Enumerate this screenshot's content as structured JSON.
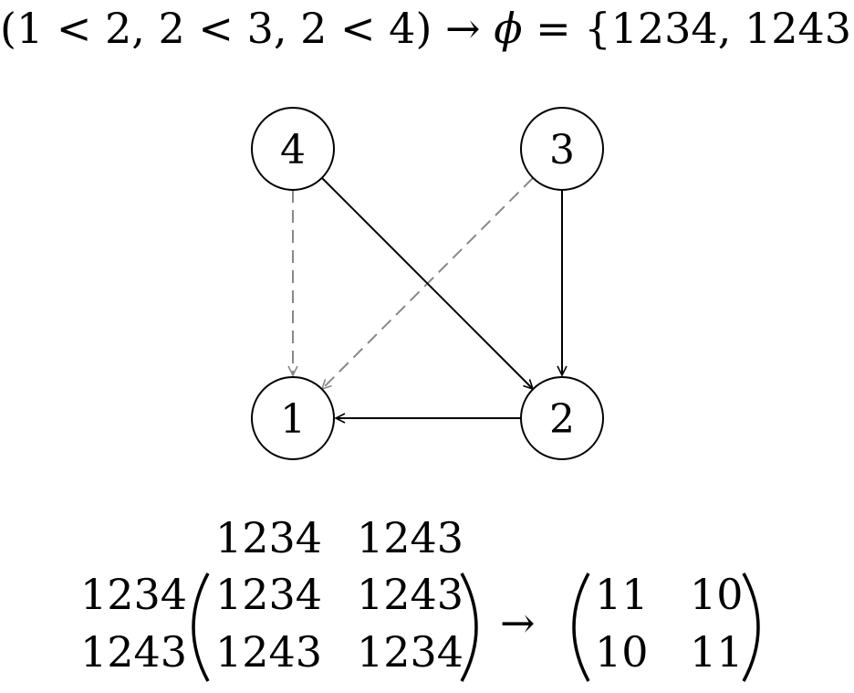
{
  "header": {
    "constraint_open": "(",
    "constraints": [
      "1 < 2",
      "2 < 3",
      "2 < 4"
    ],
    "constraint_close": ")",
    "arrow": "→",
    "phi": "ϕ",
    "equals": "=",
    "set_open": "{",
    "set_items": [
      "1234",
      "1243"
    ],
    "set_close": "}"
  },
  "graph": {
    "nodes": [
      {
        "id": "4",
        "label": "4"
      },
      {
        "id": "3",
        "label": "3"
      },
      {
        "id": "1",
        "label": "1"
      },
      {
        "id": "2",
        "label": "2"
      }
    ],
    "edges": [
      {
        "from": "4",
        "to": "1",
        "style": "dashed",
        "color": "#888888"
      },
      {
        "from": "3",
        "to": "1",
        "style": "dashed",
        "color": "#888888"
      },
      {
        "from": "4",
        "to": "2",
        "style": "solid",
        "color": "#000000"
      },
      {
        "from": "3",
        "to": "2",
        "style": "solid",
        "color": "#000000"
      },
      {
        "from": "2",
        "to": "1",
        "style": "solid",
        "color": "#000000"
      }
    ]
  },
  "matrix": {
    "col_headers": [
      "1234",
      "1243"
    ],
    "row_headers": [
      "1234",
      "1243"
    ],
    "cells": [
      [
        "1234",
        "1243"
      ],
      [
        "1243",
        "1234"
      ]
    ],
    "arrow": "→",
    "result": [
      [
        "11",
        "10"
      ],
      [
        "10",
        "11"
      ]
    ]
  }
}
